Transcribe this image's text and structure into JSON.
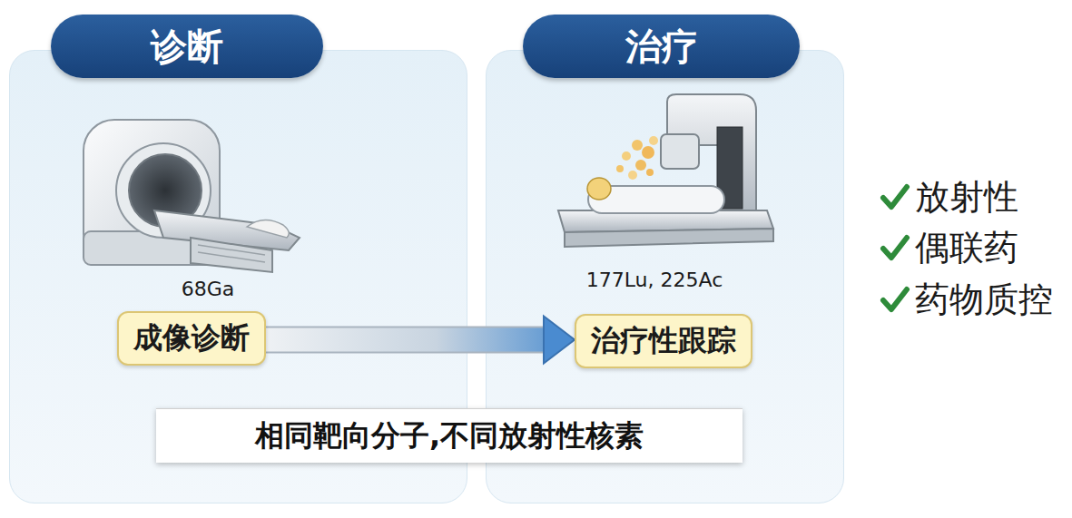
{
  "diagram": {
    "nodes": [
      {
        "text": [
          "诊断",
          "68Ga"
        ]
      },
      {
        "text": [
          "成像诊断"
        ],
        "in": 0
      },
      {
        "text": [
          "治疗",
          "177Lu, 225Ac"
        ]
      },
      {
        "text": [
          "治疗性跟踪"
        ],
        "in": 2
      },
      {
        "text": [
          "相同靶向分子,不同放射性核素"
        ]
      }
    ],
    "edges": [
      {
        "from": 1,
        "to": 3,
        "arrow": "to"
      }
    ],
    "labels": [
      "放射性",
      "偶联药",
      "药物质控"
    ]
  }
}
